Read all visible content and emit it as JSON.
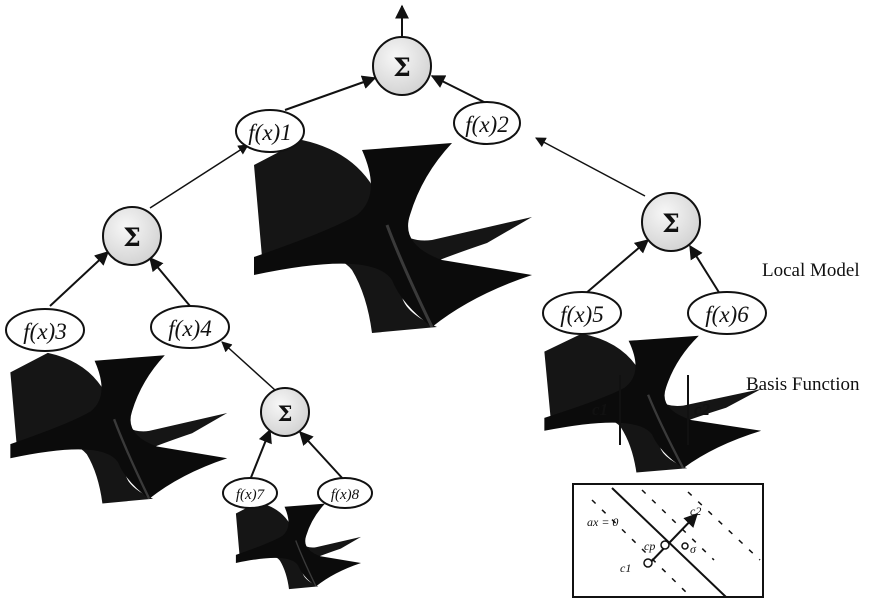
{
  "nodes": {
    "sum_root": "Σ",
    "sum_left": "Σ",
    "sum_right": "Σ",
    "sum_lower": "Σ",
    "f1": "f(x)1",
    "f2": "f(x)2",
    "f3": "f(x)3",
    "f4": "f(x)4",
    "f5": "f(x)5",
    "f6": "f(x)6",
    "f7": "f(x)7",
    "f8": "f(x)8"
  },
  "labels": {
    "local_model": "Local Model",
    "basis_function": "Basis Function",
    "c1": "c1",
    "c2": "c2"
  },
  "inset": {
    "equation": "ax = 0",
    "c2": "c2",
    "cp": "cp",
    "sigma": "σ",
    "c1": "c1"
  }
}
